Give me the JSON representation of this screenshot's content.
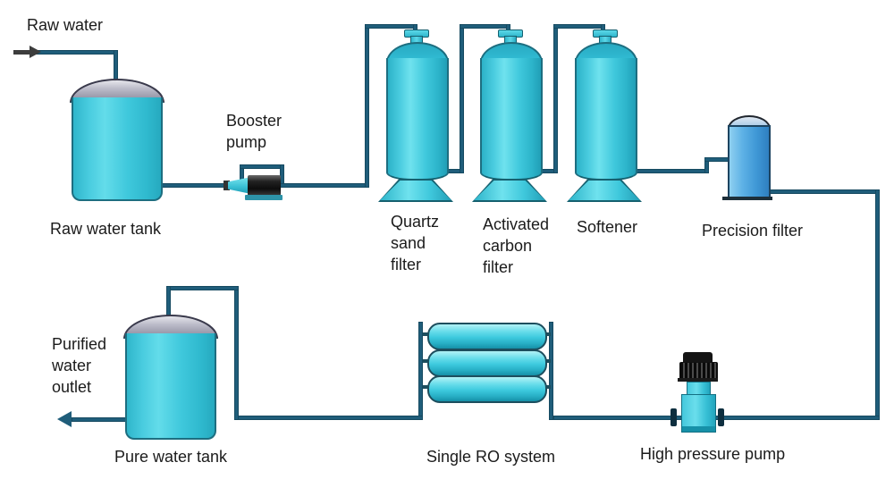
{
  "diagram": {
    "type": "water-treatment-process-flow",
    "background": "#ffffff",
    "labels": {
      "raw_water": "Raw water",
      "raw_water_tank": "Raw water tank",
      "booster_pump": "Booster\npump",
      "quartz_sand_filter": "Quartz\nsand\nfilter",
      "activated_carbon_filter": "Activated\ncarbon\nfilter",
      "softener": "Softener",
      "precision_filter": "Precision filter",
      "purified_water_outlet": "Purified\nwater\noutlet",
      "pure_water_tank": "Pure water tank",
      "single_ro_system": "Single RO system",
      "high_pressure_pump": "High pressure pump"
    },
    "components": [
      "Raw water tank",
      "Booster pump",
      "Quartz sand filter",
      "Activated carbon filter",
      "Softener",
      "Precision filter",
      "High pressure pump",
      "Single RO system",
      "Pure water tank"
    ],
    "colors": {
      "pipe": "#1f5d7a",
      "vessel_cyan": "#3cc9dd",
      "vessel_highlight": "#6fe2ee",
      "vessel_outline": "#1d6e80",
      "dome_gray": "#9c9cac",
      "precision_filter_blue": "#3f98d6",
      "pump_black": "#1a1a1a",
      "pump_base_teal": "#2d93a8",
      "inlet_arrow": "#3d3d3d",
      "text": "#1b1b1b"
    }
  }
}
